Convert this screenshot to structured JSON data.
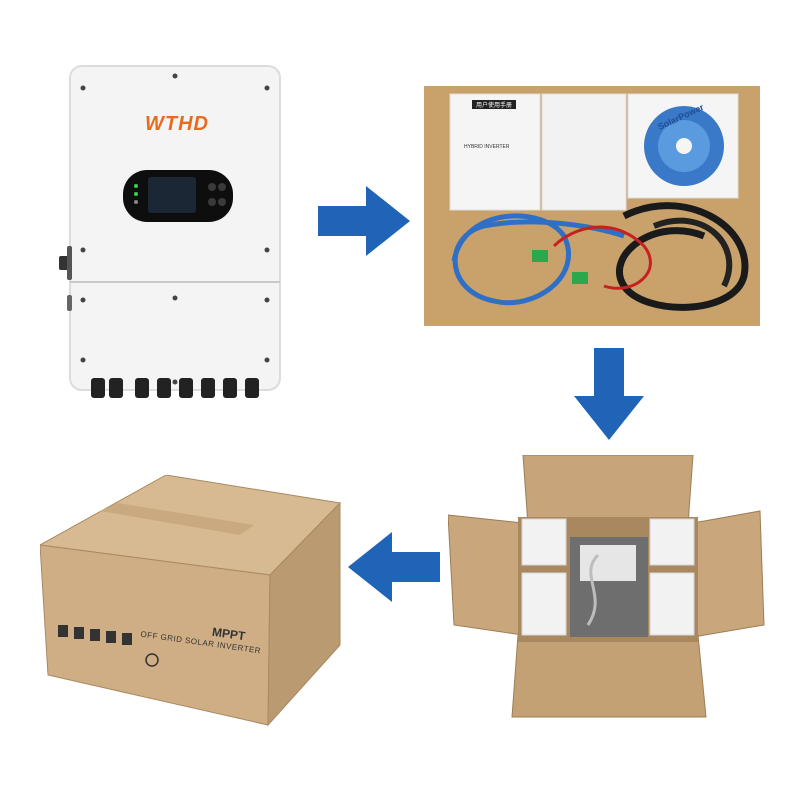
{
  "inverter": {
    "brand": "WTHD",
    "brand_color": "#e86a1e",
    "body_color": "#f4f4f4",
    "display_color": "#0e0e0e",
    "led_color": "#3ccf4e"
  },
  "accessories": {
    "manual_text_1": "用户使用手册",
    "manual_text_2": "HYBRID INVERTER",
    "cd_label": "SolarPower",
    "background_color": "#c9a26b"
  },
  "open_box": {
    "foam_color": "#f2f2f2",
    "cardboard_color": "#c7a47a"
  },
  "closed_box": {
    "printed_label": "OFF GRID SOLAR INVERTER",
    "printed_label_2": "MPPT",
    "cardboard_color": "#cfae85"
  },
  "arrows": {
    "color": "#1f64b6",
    "directions": [
      "right",
      "down",
      "left"
    ]
  }
}
